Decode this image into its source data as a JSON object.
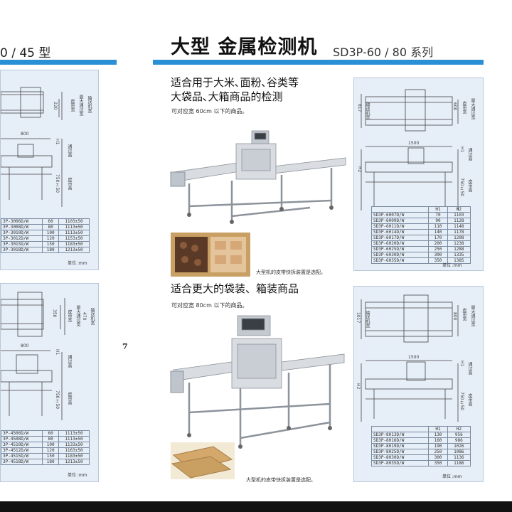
{
  "page": {
    "left_header": "0 / 45 型",
    "title": "大型 金属检测机",
    "series": "SD3P-60 / 80 系列",
    "page_number": "7"
  },
  "section60": {
    "heading_line1": "适合用于大米､面粉､谷类等",
    "heading_line2": "大袋品､大箱商品的检测",
    "sub": "可对应宽 60cm 以下的商品。",
    "caption": "大型机的皮带快拆装置是选配。"
  },
  "section80": {
    "heading": "适合更大的袋装、箱装商品",
    "sub": "可对应宽 80cm 以下的商品。",
    "caption": "大型机的皮带快拆装置是选配。"
  },
  "left_top": {
    "dims": {
      "w": "800",
      "a": "220",
      "h1": "H1",
      "h2": "750±50"
    },
    "labels": {
      "l1": "皮带宽",
      "l2": "最大通过宽",
      "l3": "输送机宽",
      "l4": "通过高",
      "l5": "皮带高"
    },
    "rows": [
      [
        "3P-3006D/W",
        "60",
        "1103±50"
      ],
      [
        "3P-3008D/W",
        "80",
        "1113±50"
      ],
      [
        "3P-3010D/W",
        "100",
        "1113±50"
      ],
      [
        "3P-3012D/W",
        "120",
        "1153±50"
      ],
      [
        "3P-3015D/W",
        "150",
        "1183±50"
      ],
      [
        "3P-3018D/W",
        "180",
        "1213±50"
      ]
    ],
    "unit": "单位 :mm"
  },
  "left_bottom": {
    "dims": {
      "w": "800",
      "a": "350",
      "b": "470",
      "h1": "H1",
      "h2": "750±50"
    },
    "labels": {
      "l1": "皮带宽",
      "l2": "最大通过宽",
      "l3": "输送机宽",
      "l4": "通过高",
      "l5": "皮带高"
    },
    "rows": [
      [
        "3P-4506D/W",
        "60",
        "1113±50"
      ],
      [
        "3P-4508D/W",
        "80",
        "1113±50"
      ],
      [
        "3P-4510D/W",
        "100",
        "1133±50"
      ],
      [
        "3P-4512D/W",
        "120",
        "1163±50"
      ],
      [
        "3P-4515D/W",
        "150",
        "1183±50"
      ],
      [
        "3P-4518D/W",
        "180",
        "1213±50"
      ]
    ],
    "unit": "单位 :mm"
  },
  "right_top": {
    "dims": {
      "d1": "817",
      "d2": "600",
      "d3": "1500",
      "h1": "H1",
      "h2": "H2",
      "h3": "750±50"
    },
    "labels": {
      "l1": "输送机宽",
      "l2": "皮带宽",
      "l3": "最大通过宽",
      "l4": "通过高",
      "l5": "皮带高"
    },
    "header": [
      "",
      "H1",
      "H2"
    ],
    "rows": [
      [
        "SD3P-6007D/W",
        "70",
        "1103"
      ],
      [
        "SD3P-6009D/W",
        "90",
        "1128"
      ],
      [
        "SD3P-6011D/W",
        "110",
        "1148"
      ],
      [
        "SD3P-6014D/W",
        "140",
        "1178"
      ],
      [
        "SD3P-6017D/W",
        "170",
        "1208"
      ],
      [
        "SD3P-6020D/W",
        "200",
        "1238"
      ],
      [
        "SD3P-6025D/W",
        "250",
        "1288"
      ],
      [
        "SD3P-6030D/W",
        "300",
        "1335"
      ],
      [
        "SD3P-6035D/W",
        "350",
        "1385"
      ]
    ],
    "unit": "单位 :mm"
  },
  "right_bottom": {
    "dims": {
      "d1": "1017",
      "d2": "800",
      "d3": "1500",
      "h1": "H1",
      "h2": "H2",
      "h3": "750±50"
    },
    "labels": {
      "l1": "输送机宽",
      "l2": "皮带宽",
      "l3": "最大通过宽",
      "l4": "通过高",
      "l5": "皮带高"
    },
    "header": [
      "",
      "H1",
      "H2"
    ],
    "rows": [
      [
        "SD3P-8013D/W",
        "130",
        "956"
      ],
      [
        "SD3P-8016D/W",
        "160",
        "986"
      ],
      [
        "SD3P-8019D/W",
        "190",
        "1026"
      ],
      [
        "SD3P-8025D/W",
        "250",
        "1086"
      ],
      [
        "SD3P-8030D/W",
        "300",
        "1136"
      ],
      [
        "SD3P-8035D/W",
        "350",
        "1186"
      ]
    ],
    "unit": "单位 :mm"
  },
  "colors": {
    "accent": "#2b8fd6",
    "panel": "#e6eef7"
  }
}
